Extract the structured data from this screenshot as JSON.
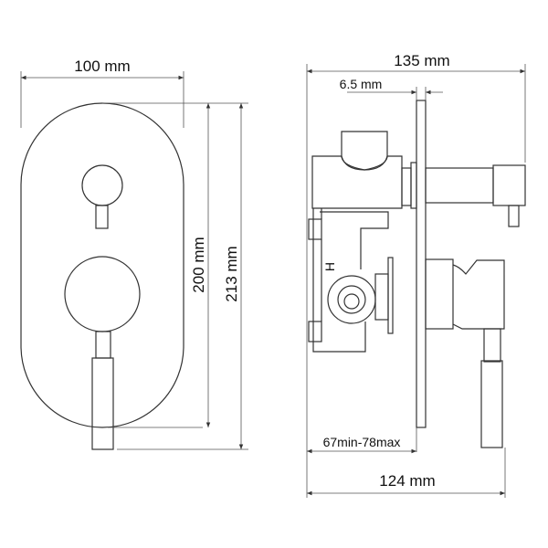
{
  "front_view": {
    "width_label": "100 mm",
    "plate_height_label": "200 mm",
    "total_height_label": "213 mm"
  },
  "side_view": {
    "depth_label": "135 mm",
    "plate_thickness_label": "6.5 mm",
    "wall_depth_label": "67min-78max",
    "body_depth_label": "124 mm",
    "hot_marking": "H"
  },
  "colors": {
    "line": "#333333",
    "background": "#ffffff"
  }
}
